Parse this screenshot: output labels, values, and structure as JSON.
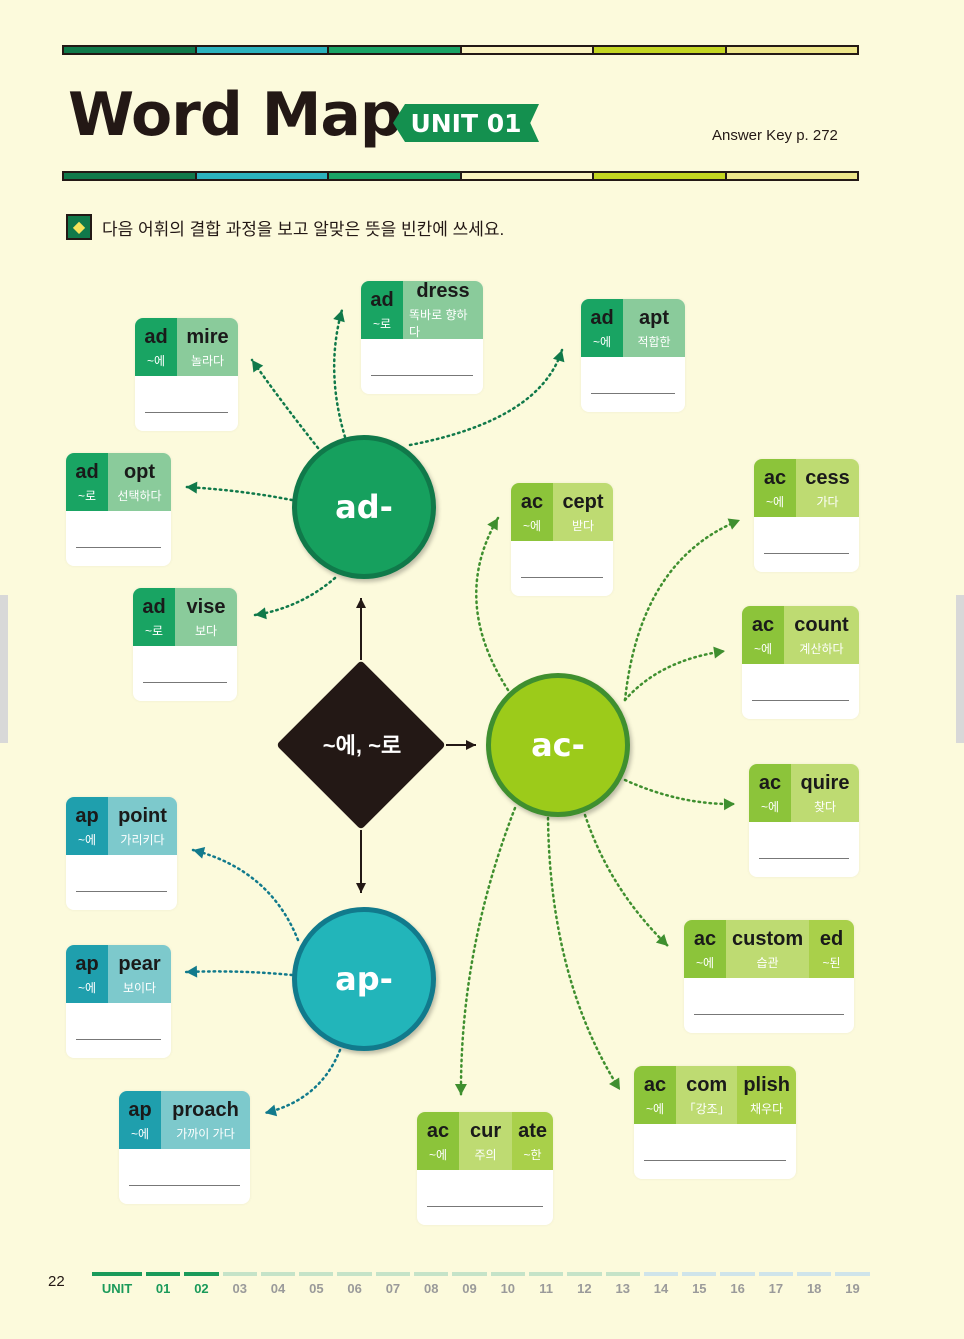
{
  "header": {
    "title": "Word Map",
    "unit_badge": "UNIT 01",
    "answer_key": "Answer Key  p. 272"
  },
  "instruction": "다음 어휘의 결합 과정을 보고 알맞은 뜻을 빈칸에 쓰세요.",
  "center": {
    "label": "~에, ~로"
  },
  "nodes": {
    "ad": "ad-",
    "ac": "ac-",
    "ap": "ap-"
  },
  "colors": {
    "ad_dark": "#19a463",
    "ad_light": "#8acb9b",
    "ac_dark": "#8cc43a",
    "ac_light": "#bedb72",
    "ac_third": "#a9d04a",
    "ap_dark": "#1f9fad",
    "ap_light": "#7dc9cc"
  },
  "cards": [
    {
      "group": "ad",
      "parts": [
        [
          "ad",
          "~에"
        ],
        [
          "mire",
          "놀라다"
        ]
      ]
    },
    {
      "group": "ad",
      "parts": [
        [
          "ad",
          "~로"
        ],
        [
          "dress",
          "똑바로 향하다"
        ]
      ]
    },
    {
      "group": "ad",
      "parts": [
        [
          "ad",
          "~에"
        ],
        [
          "apt",
          "적합한"
        ]
      ]
    },
    {
      "group": "ad",
      "parts": [
        [
          "ad",
          "~로"
        ],
        [
          "opt",
          "선택하다"
        ]
      ]
    },
    {
      "group": "ad",
      "parts": [
        [
          "ad",
          "~로"
        ],
        [
          "vise",
          "보다"
        ]
      ]
    },
    {
      "group": "ac",
      "parts": [
        [
          "ac",
          "~에"
        ],
        [
          "cept",
          "받다"
        ]
      ]
    },
    {
      "group": "ac",
      "parts": [
        [
          "ac",
          "~에"
        ],
        [
          "cess",
          "가다"
        ]
      ]
    },
    {
      "group": "ac",
      "parts": [
        [
          "ac",
          "~에"
        ],
        [
          "count",
          "계산하다"
        ]
      ]
    },
    {
      "group": "ac",
      "parts": [
        [
          "ac",
          "~에"
        ],
        [
          "quire",
          "찾다"
        ]
      ]
    },
    {
      "group": "ac",
      "parts": [
        [
          "ac",
          "~에"
        ],
        [
          "custom",
          "습관"
        ],
        [
          "ed",
          "~된"
        ]
      ]
    },
    {
      "group": "ac",
      "parts": [
        [
          "ac",
          "~에"
        ],
        [
          "com",
          "「강조」"
        ],
        [
          "plish",
          "채우다"
        ]
      ]
    },
    {
      "group": "ac",
      "parts": [
        [
          "ac",
          "~에"
        ],
        [
          "cur",
          "주의"
        ],
        [
          "ate",
          "~한"
        ]
      ]
    },
    {
      "group": "ap",
      "parts": [
        [
          "ap",
          "~에"
        ],
        [
          "point",
          "가리키다"
        ]
      ]
    },
    {
      "group": "ap",
      "parts": [
        [
          "ap",
          "~에"
        ],
        [
          "pear",
          "보이다"
        ]
      ]
    },
    {
      "group": "ap",
      "parts": [
        [
          "ap",
          "~에"
        ],
        [
          "proach",
          "가까이 가다"
        ]
      ]
    }
  ],
  "footer": {
    "page": "22",
    "unit_label": "UNIT",
    "units": [
      "01",
      "02",
      "03",
      "04",
      "05",
      "06",
      "07",
      "08",
      "09",
      "10",
      "11",
      "12",
      "13",
      "14",
      "15",
      "16",
      "17",
      "18",
      "19"
    ],
    "active_units": [
      "01",
      "02"
    ]
  }
}
